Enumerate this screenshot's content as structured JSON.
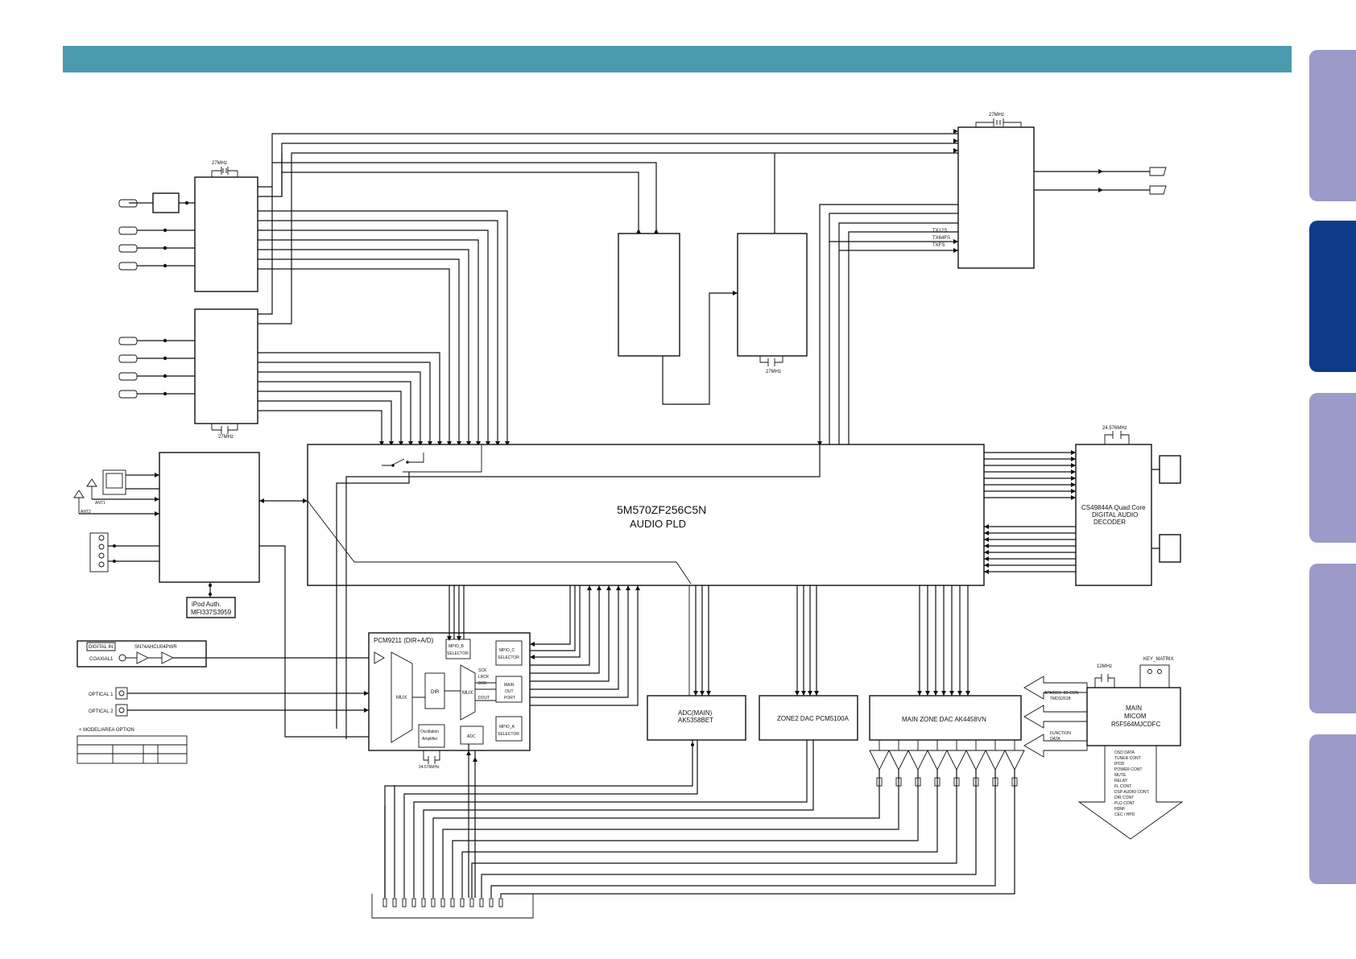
{
  "colors": {
    "header": "#4a9aad",
    "tab": "#9b9ac8",
    "tab_active": "#0c3b8a",
    "line": "#111111"
  },
  "side_tabs": [
    {
      "active": false
    },
    {
      "active": true
    },
    {
      "active": false
    },
    {
      "active": false
    },
    {
      "active": false
    }
  ],
  "labels": {
    "main_pld": "5M570ZF256C5N",
    "main_pld_sub": "AUDIO PLD",
    "dsp": "CS49844A Quad Core",
    "dsp_sub1": "DIGITAL AUDIO",
    "dsp_sub2": "DECODER",
    "pcm9211": "PCM9211 (DIR+A/D)",
    "mpio_b": "MPIO_B",
    "mpio_b2": "SELECTOR",
    "mpio_c": "MPIO_C",
    "mpio_c2": "SELECTOR",
    "mpio_a": "MPIO_A",
    "mpio_a2": "SELECTOR",
    "main_out": "MAIN",
    "main_out2": "OUT",
    "main_out3": "PORT",
    "sck": "SCK",
    "lrck": "LRCK",
    "bck": "BCK",
    "dout": "DOUT",
    "mux": "MUX",
    "dir": "DIR",
    "osc1": "Oscillation",
    "osc2": "Amplifier",
    "adc_small": "ADC",
    "adc_main": "ADC(MAIN)",
    "adc_main2": "AK5358BET",
    "zone2_dac": "ZONE2 DAC PCM5100A",
    "main_dac": "MAIN ZONE DAC AK4458VN",
    "micom1": "MAIN",
    "micom2": "MICOM",
    "micom3": "R5F564MJCDFC",
    "ipod1": "iPod Auth.",
    "ipod2": "MFI337S3959",
    "digital_in": "DIGITAL IN",
    "sn74": "SN74AHCU04PWR",
    "coaxial": "COAXIAL1",
    "optical1": "OPTICAL 1",
    "optical2": "OPTICAL 2",
    "model_opt": "+ MODEL/AREA OPTION",
    "ant1": "ANT1",
    "ant2": "ANT2",
    "clk27_1": "27MHz",
    "clk27_2": "27MHz",
    "clk27_3": "27MHz",
    "clk27_4": "27MHz",
    "clk24_dsp": "24.576MHz",
    "clk24_pcm": "24.576MHz",
    "clk12": "12MHz",
    "key_matrix": "KEY_MATRIX",
    "tx12s": "TX12S",
    "tx64fs": "TX64FS",
    "txfs": "TXFS",
    "apa_con1": "APA9003~8B CON",
    "apa_con2": "TMDS261B",
    "func1": "FUNCTION",
    "func2": "DATA",
    "micom_list": [
      "OSD DATA",
      "TUNER CONT",
      "IPOD",
      "POWER CONT",
      "MUTE",
      "RELAY",
      "FL CONT",
      "DSP AUDIO CONT.",
      "DIR CONT",
      "PLD CONT",
      "HDMI",
      "CEC / HPD"
    ]
  }
}
